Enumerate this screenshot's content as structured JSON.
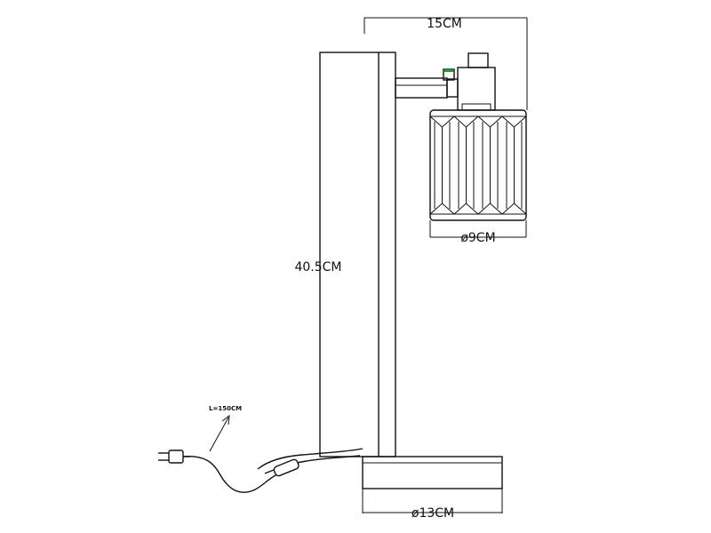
{
  "dimensions": {
    "width_top": "15CM",
    "shade_diameter": "ø9CM",
    "height": "40.5CM",
    "base_diameter": "ø13CM",
    "cord_length": "L=150CM"
  },
  "colors": {
    "line": "#111111",
    "background": "#ffffff",
    "knob_accent": "#1a9e2a"
  }
}
